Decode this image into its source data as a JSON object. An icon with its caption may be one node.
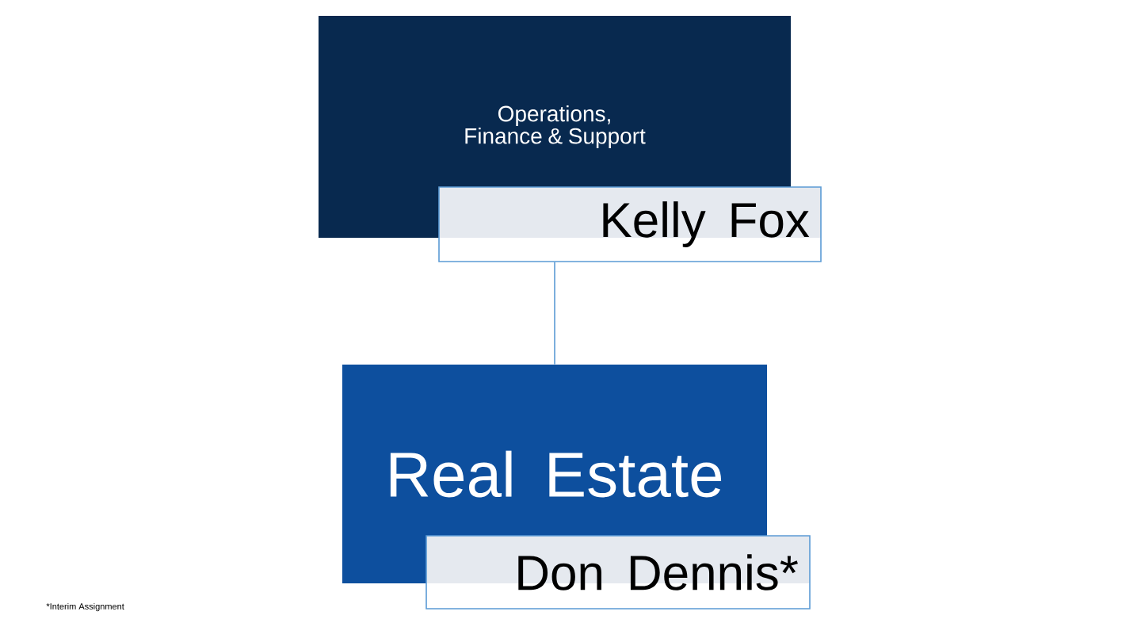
{
  "diagram": {
    "nodes": [
      {
        "text": [
          "Operations, Finance & Support"
        ]
      },
      {
        "text": [
          "Kelly Fox"
        ]
      },
      {
        "text": [
          "Real Estate"
        ]
      },
      {
        "text": [
          "Don Dennis*"
        ]
      }
    ],
    "edges": [
      {
        "from": 1,
        "to": 2,
        "arrow": "none"
      }
    ],
    "labels": [
      "*Interim Assignment"
    ]
  }
}
